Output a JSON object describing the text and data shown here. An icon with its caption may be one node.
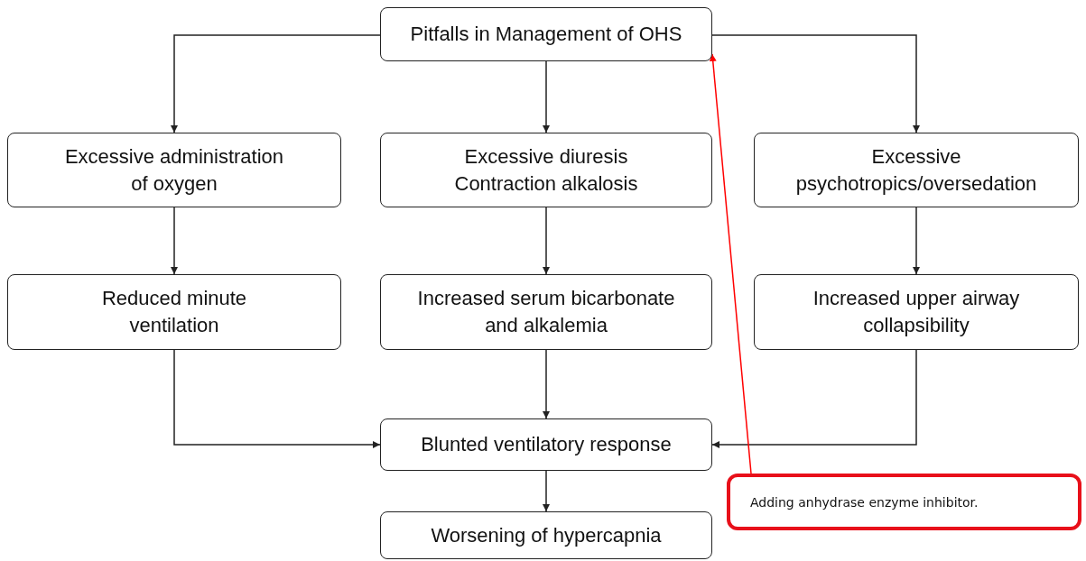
{
  "diagram": {
    "nodes": [
      {
        "text": [
          "Pitfalls in Management of OHS"
        ]
      },
      {
        "text": [
          "Excessive administration of oxygen"
        ]
      },
      {
        "text": [
          "Excessive diuresis Contraction alkalosis"
        ]
      },
      {
        "text": [
          "Excessive psychotropics/oversedation"
        ]
      },
      {
        "text": [
          "Reduced minute ventilation"
        ]
      },
      {
        "text": [
          "Increased serum bicarbonate and alkalemia"
        ]
      },
      {
        "text": [
          "Increased upper airway collapsibility"
        ]
      },
      {
        "text": [
          "Blunted ventilatory response"
        ]
      },
      {
        "text": [
          "Worsening of hypercapnia"
        ]
      },
      {
        "text": [
          "Adding anhydrase enzyme inhibitor."
        ]
      }
    ],
    "edges": [
      {
        "from": 0,
        "to": 1,
        "arrow": "to"
      },
      {
        "from": 0,
        "to": 2,
        "arrow": "to"
      },
      {
        "from": 0,
        "to": 3,
        "arrow": "to"
      },
      {
        "from": 1,
        "to": 4,
        "arrow": "to"
      },
      {
        "from": 2,
        "to": 5,
        "arrow": "to"
      },
      {
        "from": 3,
        "to": 6,
        "arrow": "to"
      },
      {
        "from": 4,
        "to": 7,
        "arrow": "to"
      },
      {
        "from": 5,
        "to": 7,
        "arrow": "to"
      },
      {
        "from": 6,
        "to": 7,
        "arrow": "to"
      },
      {
        "from": 7,
        "to": 8,
        "arrow": "to"
      },
      {
        "from": 9,
        "to": 0,
        "arrow": "to",
        "color": "#ff0000"
      }
    ]
  }
}
